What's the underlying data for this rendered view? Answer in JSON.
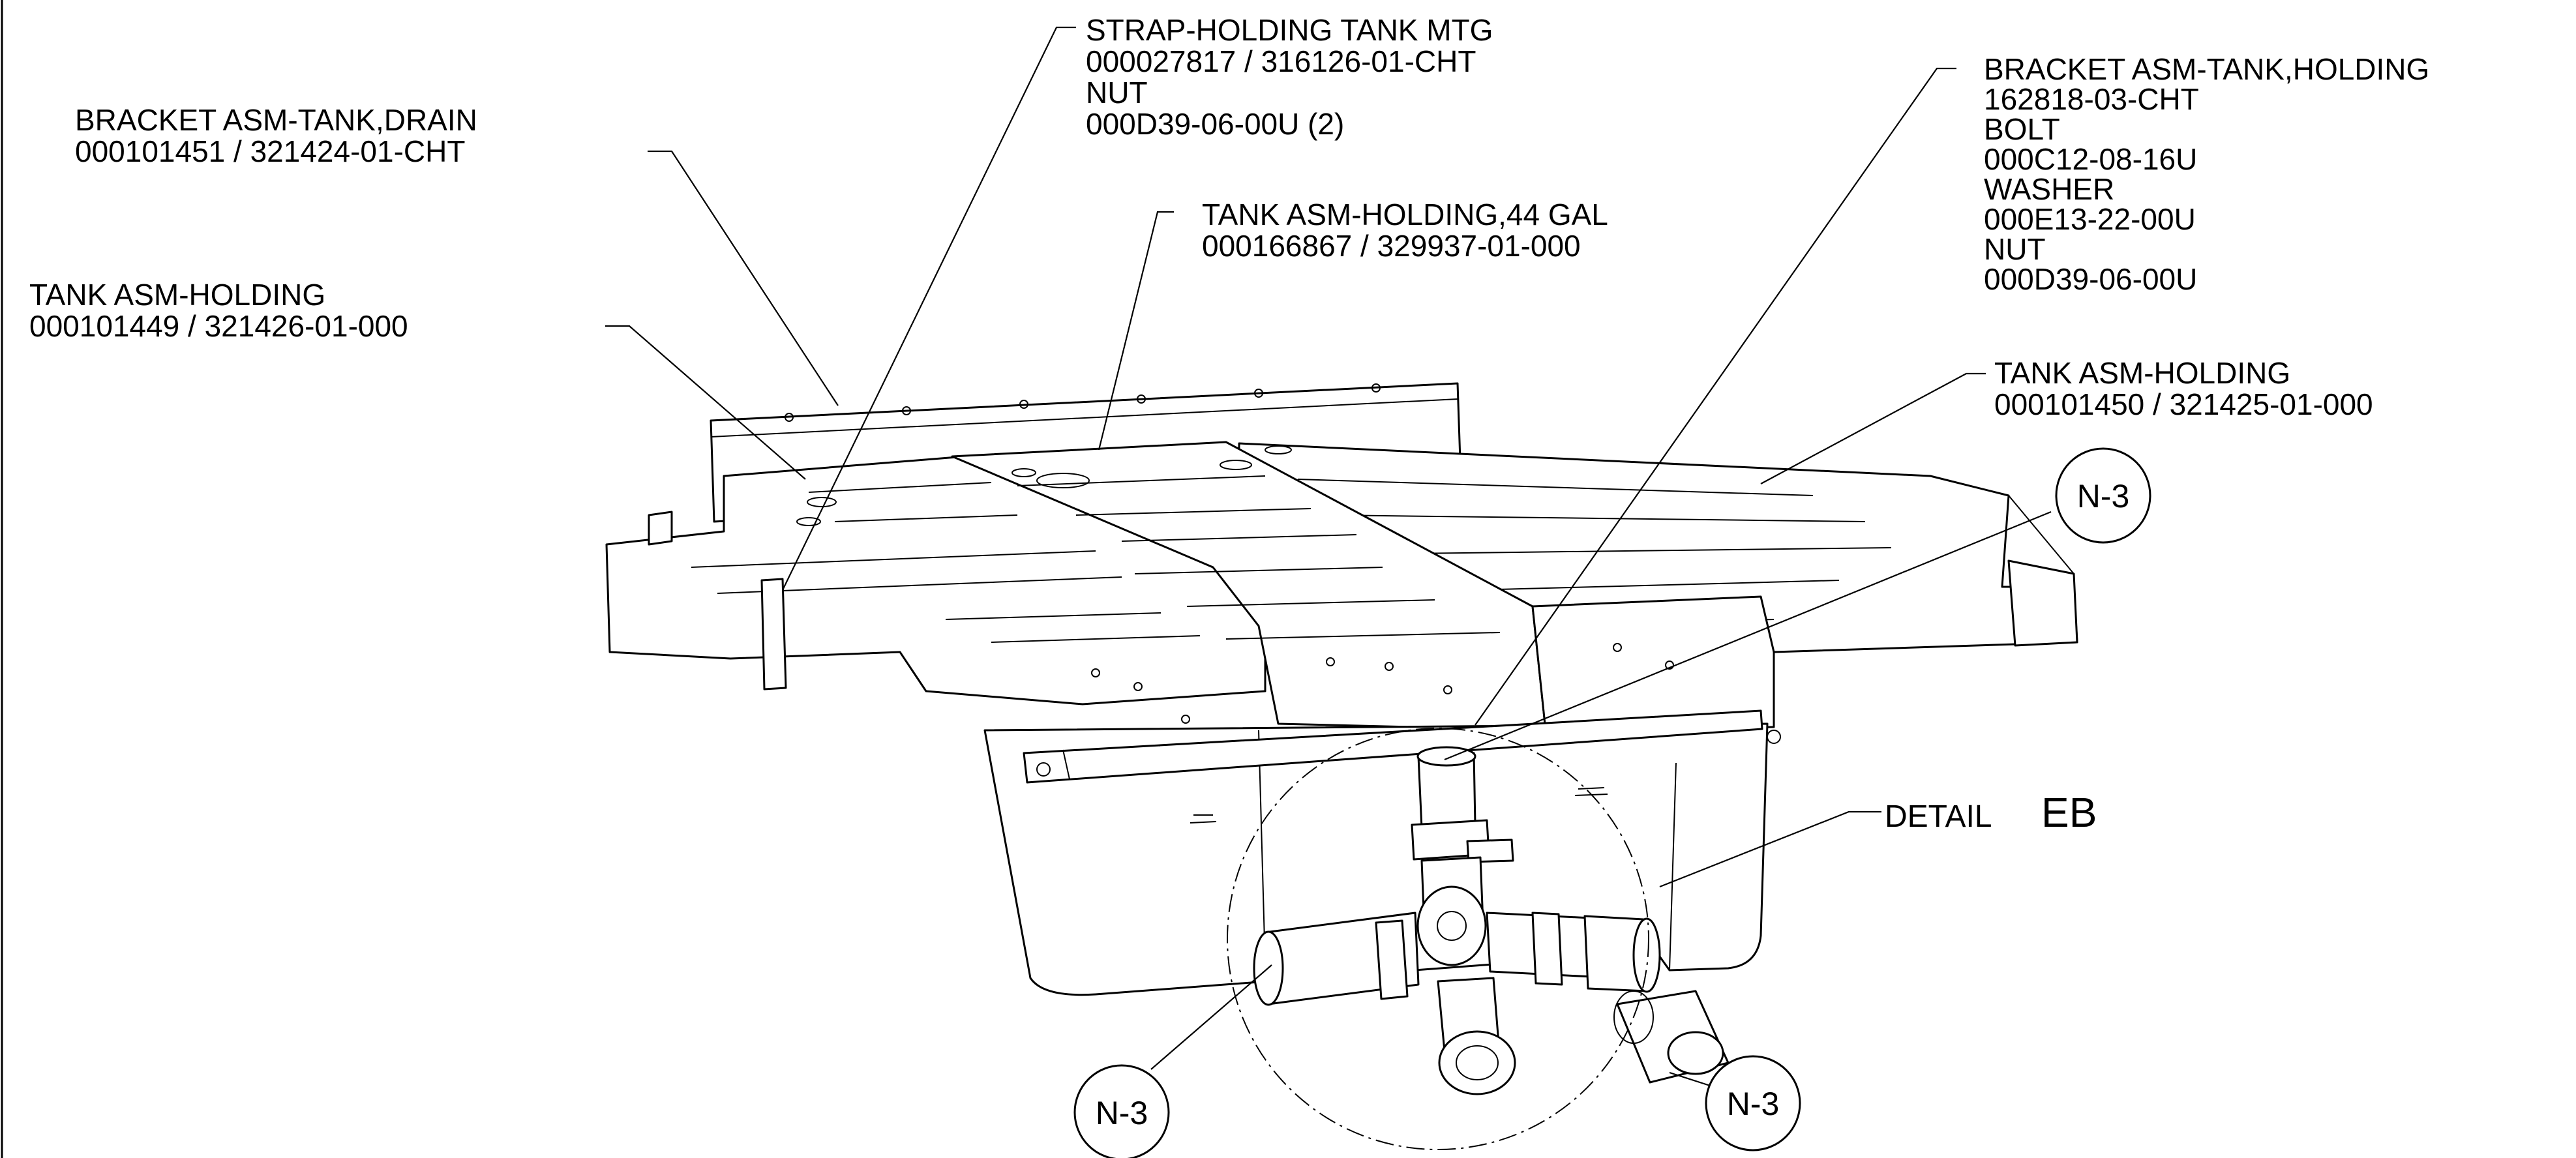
{
  "callouts": {
    "bracket_drain": {
      "title": "BRACKET ASM-TANK,DRAIN",
      "part": "000101451 / 321424-01-CHT"
    },
    "tank_left": {
      "title": "TANK ASM-HOLDING",
      "part": "000101449 / 321426-01-000"
    },
    "strap": {
      "title": "STRAP-HOLDING TANK MTG",
      "part": "000027817 / 316126-01-CHT",
      "nut_label": "NUT",
      "nut_part": "000D39-06-00U (2)"
    },
    "tank_center": {
      "title": "TANK ASM-HOLDING,44 GAL",
      "part": "000166867 / 329937-01-000"
    },
    "bracket_holding": {
      "title": "BRACKET ASM-TANK,HOLDING",
      "part": "162818-03-CHT",
      "bolt_label": "BOLT",
      "bolt_part": "000C12-08-16U",
      "washer_label": "WASHER",
      "washer_part": "000E13-22-00U",
      "nut_label": "NUT",
      "nut_part": "000D39-06-00U"
    },
    "tank_right": {
      "title": "TANK ASM-HOLDING",
      "part": "000101450 / 321425-01-000"
    }
  },
  "detail": {
    "prefix": "DETAIL",
    "letter": "EB"
  },
  "refs": {
    "top_right": "N-3",
    "bottom_left": "N-3",
    "bottom_right": "N-3"
  }
}
